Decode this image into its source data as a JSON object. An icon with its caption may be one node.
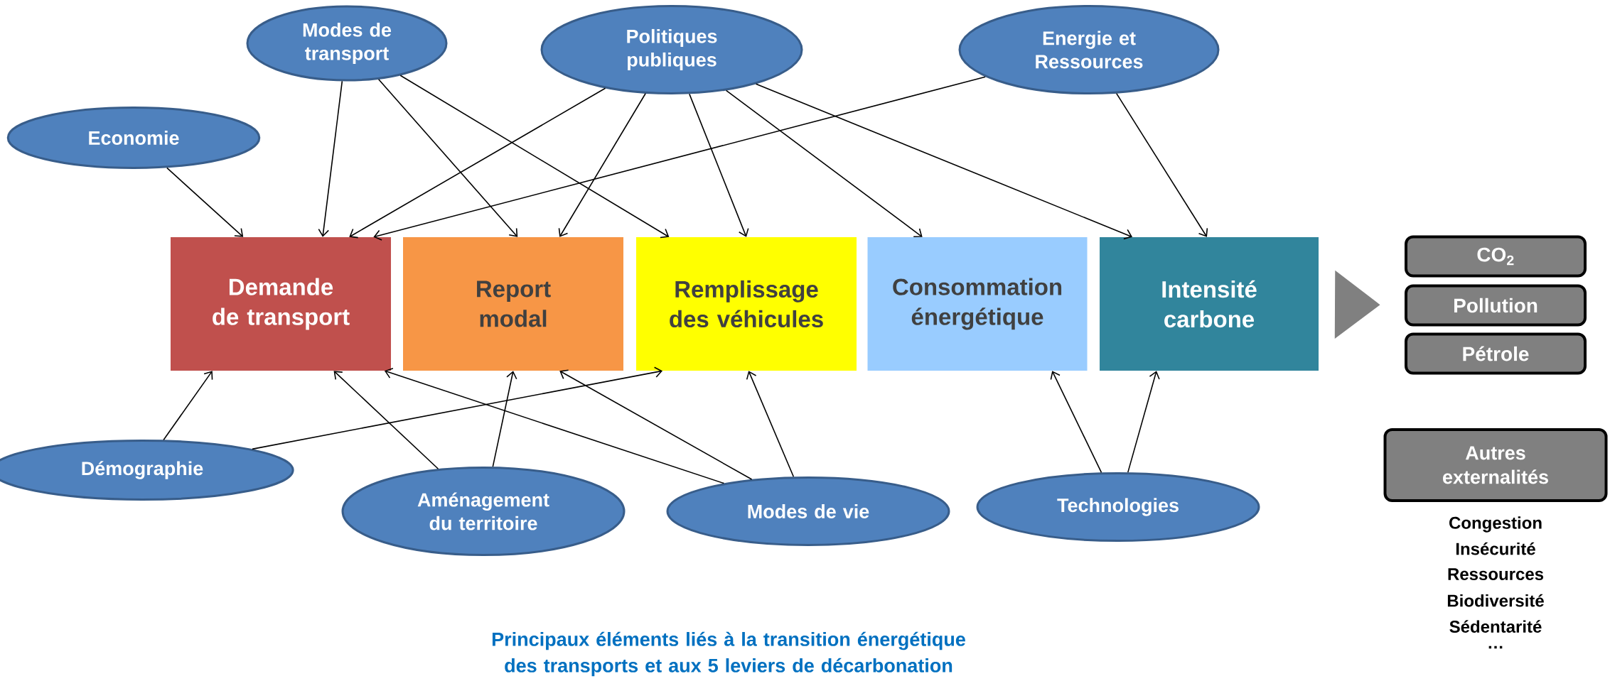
{
  "diagram": {
    "caption": "Principaux éléments liés à la transition énergétique des transports et aux 5 leviers de décarbonation",
    "nodes": [
      {
        "text": [
          "Modes de transport"
        ]
      },
      {
        "text": [
          "Politiques publiques"
        ]
      },
      {
        "text": [
          "Energie et Ressources"
        ]
      },
      {
        "text": [
          "Economie"
        ]
      },
      {
        "text": [
          "Demande de transport"
        ]
      },
      {
        "text": [
          "Report modal"
        ]
      },
      {
        "text": [
          "Remplissage des véhicules"
        ]
      },
      {
        "text": [
          "Consommation énergétique"
        ]
      },
      {
        "text": [
          "Intensité carbone"
        ]
      },
      {
        "text": [
          "CO$_{2}$"
        ]
      },
      {
        "text": [
          "Pollution"
        ]
      },
      {
        "text": [
          "Pétrole"
        ]
      },
      {
        "text": [
          "Démographie"
        ]
      },
      {
        "text": [
          "Aménagement du territoire"
        ]
      },
      {
        "text": [
          "Modes de vie"
        ]
      },
      {
        "text": [
          "Technologies"
        ]
      },
      {
        "text": [
          "Autres externalités"
        ],
        "beside": [
          "Congestion",
          "Insécurité",
          "Ressources",
          "Biodiversité",
          "Sédentarité",
          "…"
        ]
      }
    ],
    "edges": [
      {
        "from": 3,
        "to": 4,
        "arrow": "to"
      },
      {
        "from": 0,
        "to": 4,
        "arrow": "to"
      },
      {
        "from": 0,
        "to": 5,
        "arrow": "to"
      },
      {
        "from": 0,
        "to": 6,
        "arrow": "to"
      },
      {
        "from": 1,
        "to": 4,
        "arrow": "to"
      },
      {
        "from": 1,
        "to": 5,
        "arrow": "to"
      },
      {
        "from": 1,
        "to": 6,
        "arrow": "to"
      },
      {
        "from": 1,
        "to": 7,
        "arrow": "to"
      },
      {
        "from": 1,
        "to": 8,
        "arrow": "to"
      },
      {
        "from": 2,
        "to": 4,
        "arrow": "to"
      },
      {
        "from": 2,
        "to": 8,
        "arrow": "to"
      },
      {
        "from": 12,
        "to": 4,
        "arrow": "to"
      },
      {
        "from": 12,
        "to": 6,
        "arrow": "to"
      },
      {
        "from": 13,
        "to": 4,
        "arrow": "to"
      },
      {
        "from": 13,
        "to": 5,
        "arrow": "to"
      },
      {
        "from": 14,
        "to": 4,
        "arrow": "to"
      },
      {
        "from": 14,
        "to": 5,
        "arrow": "to"
      },
      {
        "from": 14,
        "to": 6,
        "arrow": "to"
      },
      {
        "from": 15,
        "to": 7,
        "arrow": "to"
      },
      {
        "from": 15,
        "to": 8,
        "arrow": "to"
      },
      {
        "from": 8,
        "to": 10,
        "arrow": "to",
        "style": "thick",
        "color": "#808080"
      }
    ]
  }
}
